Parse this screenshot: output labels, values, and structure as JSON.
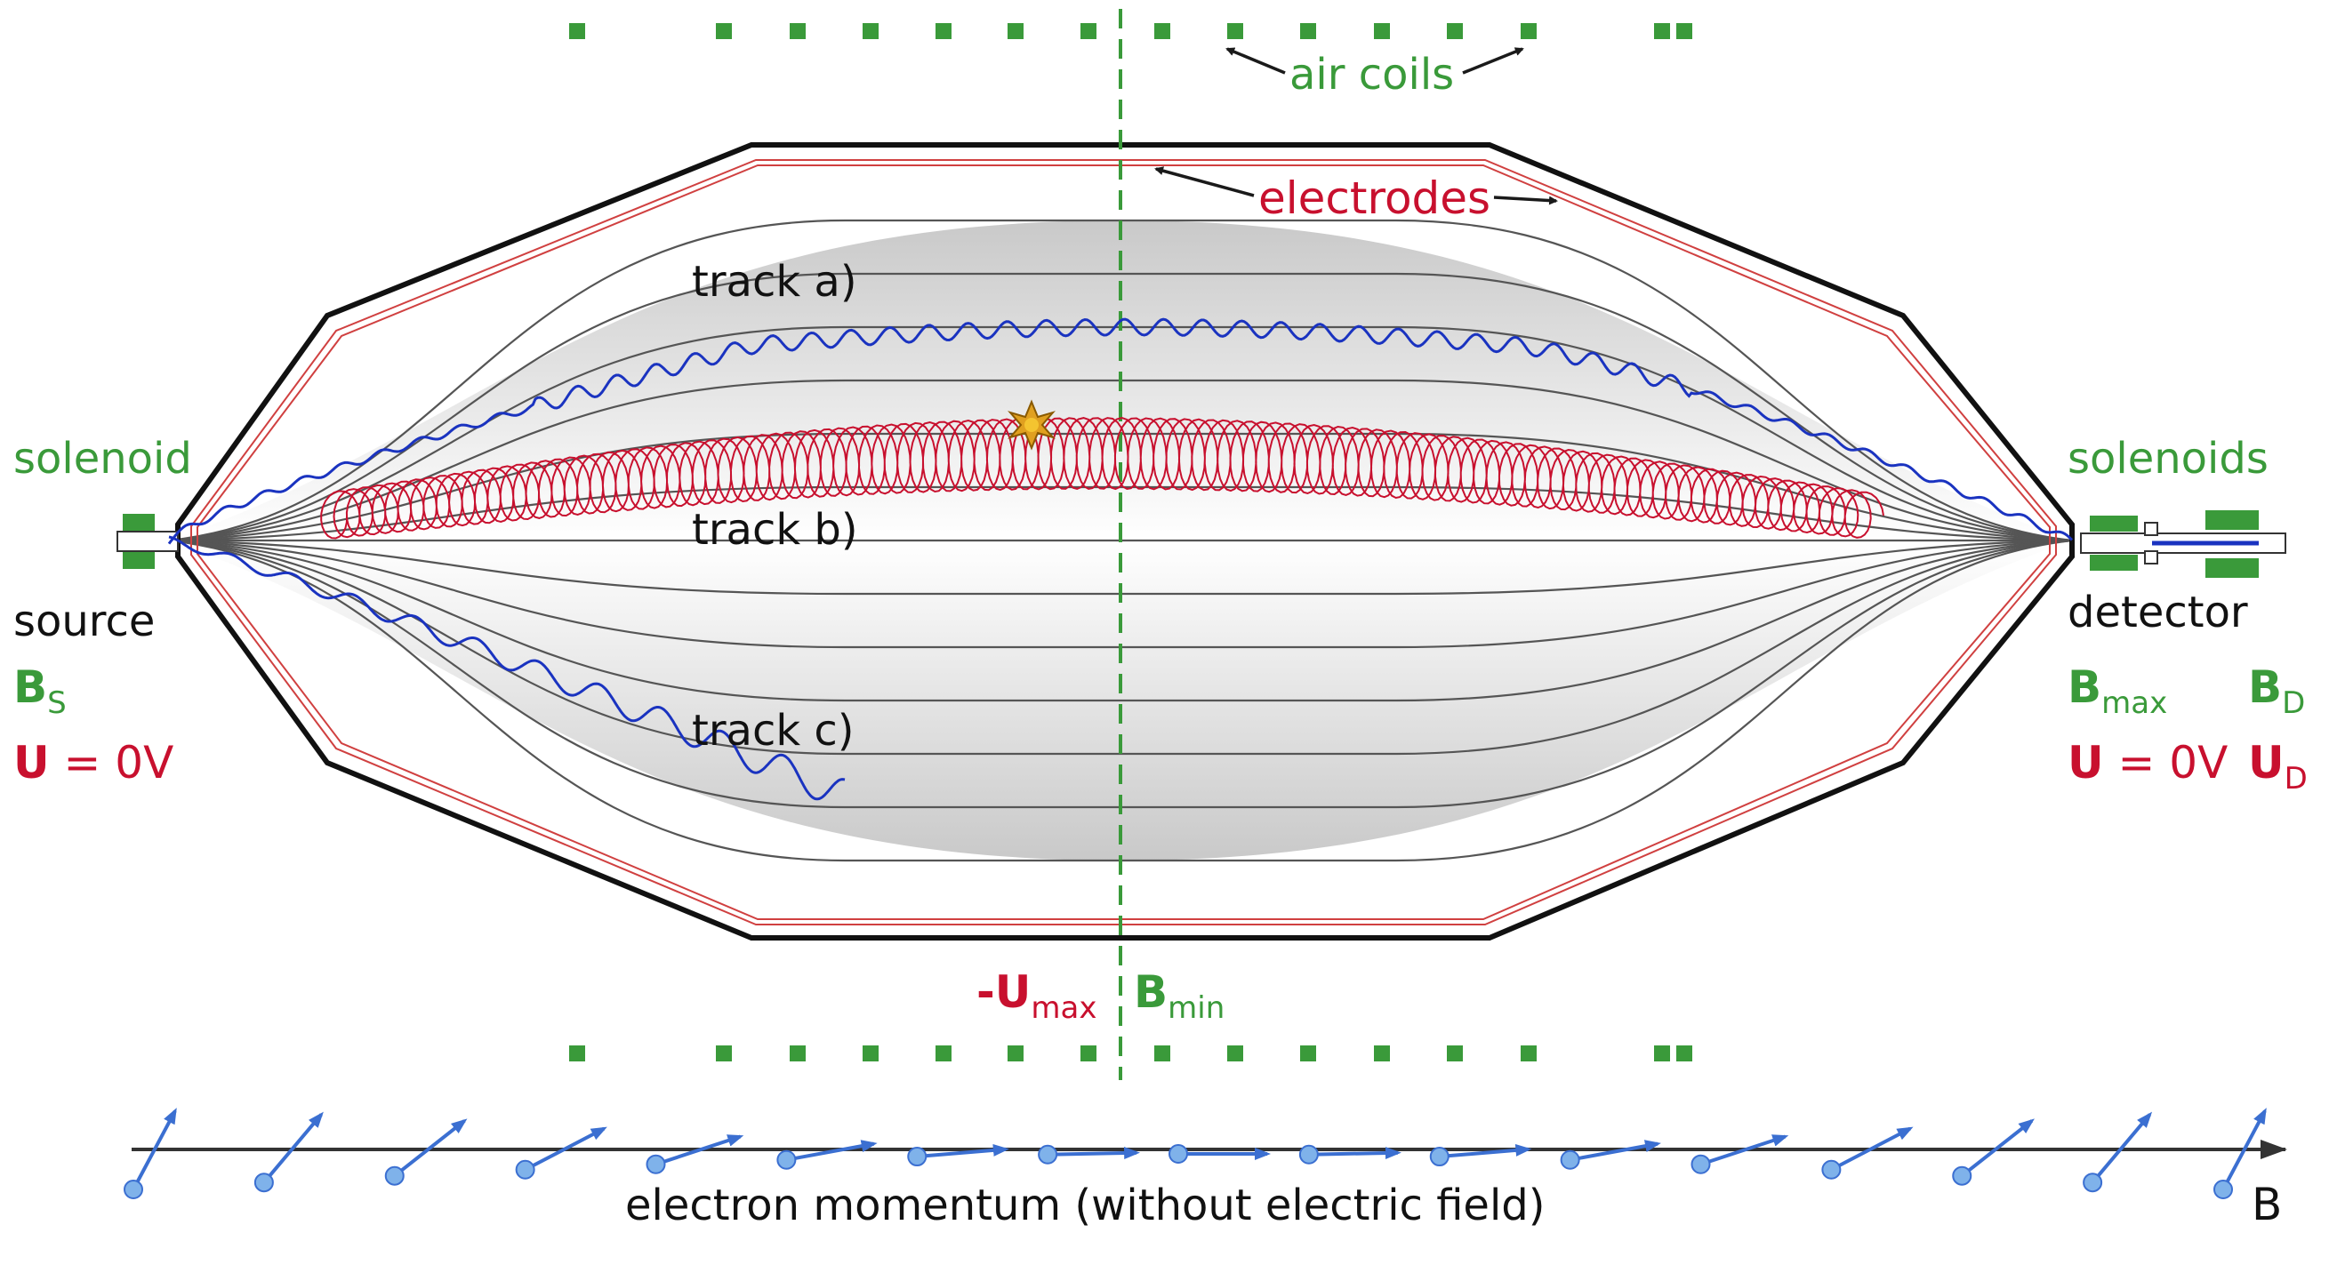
{
  "colors": {
    "green": "#3a9a3a",
    "red": "#c8102e",
    "blue": "#1a33c0",
    "dark": "#1a1a1a",
    "grey_line": "#555555",
    "arrow_blue": "#3b6fd1"
  },
  "labels": {
    "air_coils": "air coils",
    "electrodes": "electrodes",
    "track_a": "track a)",
    "track_b": "track b)",
    "track_c": "track c)",
    "solenoid": "solenoid",
    "solenoids": "solenoids",
    "source": "source",
    "detector": "detector",
    "bs_main": "B",
    "bs_sub": "S",
    "u_left_bold": "U",
    "u_left_rest": " = 0V",
    "bmax_main": "B",
    "bmax_sub": "max",
    "bd_main": "B",
    "bd_sub": "D",
    "u_right_bold": "U",
    "u_right_rest": " = 0V",
    "ud_main": "U",
    "ud_sub": "D",
    "umax_main": "-U",
    "umax_sub": "max",
    "bmin_main": "B",
    "bmin_sub": "min",
    "momentum_caption": "electron momentum (without electric field)",
    "axis_b": "B"
  },
  "icons": {
    "momentum_arrow": "electron-momentum-arrow-icon",
    "decay_star": "decay-burst-icon"
  }
}
